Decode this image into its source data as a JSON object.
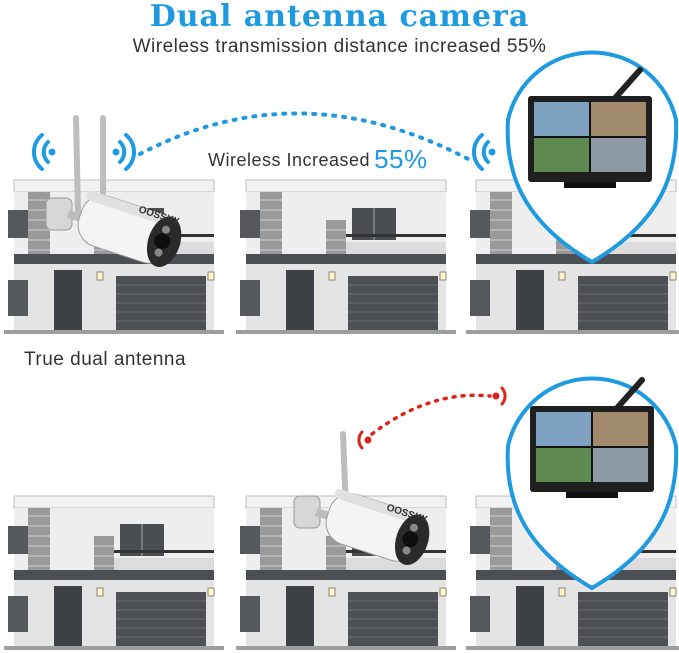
{
  "title": "Dual antenna camera",
  "subtitle": "Wireless transmission distance increased 55%",
  "wireless_label": "Wireless Increased",
  "wireless_percent": "55%",
  "true_dual_label": "True dual antenna",
  "camera_brand": "OOSSXX",
  "colors": {
    "accent": "#1e9be0",
    "red_signal": "#d9261c",
    "text": "#333333"
  }
}
